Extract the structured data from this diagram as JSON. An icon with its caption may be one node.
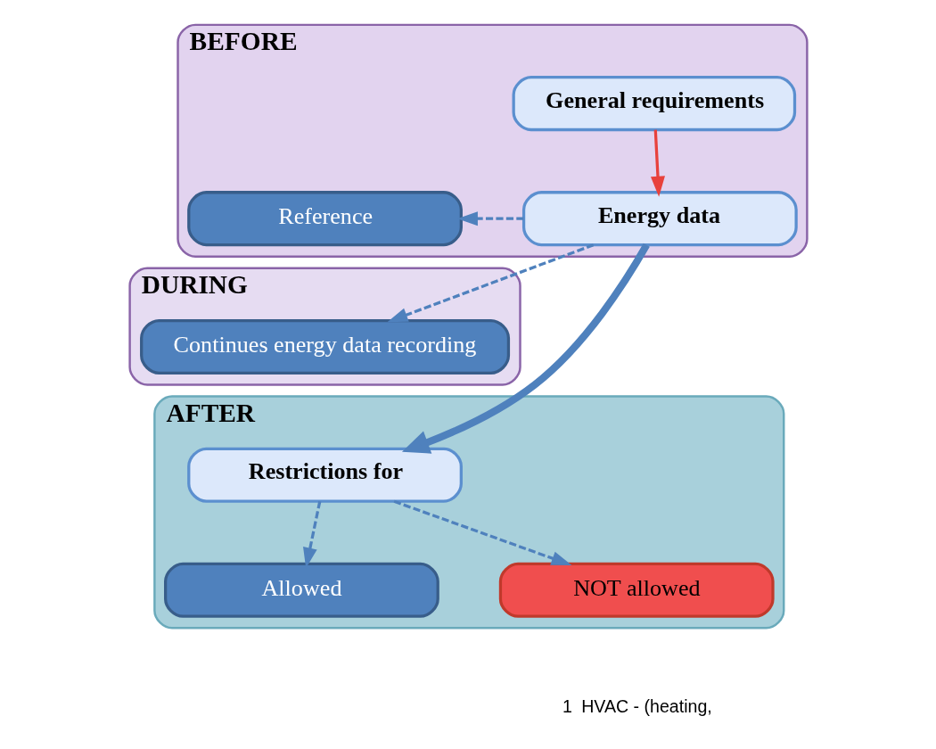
{
  "diagram": {
    "nodes": [
      {
        "text": [
          "BEFORE"
        ]
      },
      {
        "text": [
          "General requirements"
        ],
        "in": 0
      },
      {
        "text": [
          "Energy data"
        ],
        "in": 0
      },
      {
        "text": [
          "Reference"
        ],
        "in": 0
      },
      {
        "text": [
          "DURING"
        ]
      },
      {
        "text": [
          "Continues energy data recording"
        ],
        "in": 4
      },
      {
        "text": [
          "AFTER"
        ]
      },
      {
        "text": [
          "Restrictions for"
        ],
        "in": 6
      },
      {
        "text": [
          "Allowed"
        ],
        "in": 6
      },
      {
        "text": [
          "NOT allowed"
        ],
        "in": 6
      }
    ],
    "edges": [
      {
        "from": 1,
        "to": 2,
        "arrow": "to",
        "color": "#e8413c"
      },
      {
        "from": 2,
        "to": 3,
        "arrow": "to",
        "style": "dashed"
      },
      {
        "from": 2,
        "to": 5,
        "arrow": "to",
        "style": "dashed"
      },
      {
        "from": 2,
        "to": 7,
        "arrow": "to",
        "style": "thick"
      },
      {
        "from": 7,
        "to": 8,
        "arrow": "to",
        "style": "dashed"
      },
      {
        "from": 7,
        "to": 9,
        "arrow": "to",
        "style": "dashed"
      }
    ],
    "labels": [
      "1",
      "HVAC - (heating,"
    ]
  }
}
